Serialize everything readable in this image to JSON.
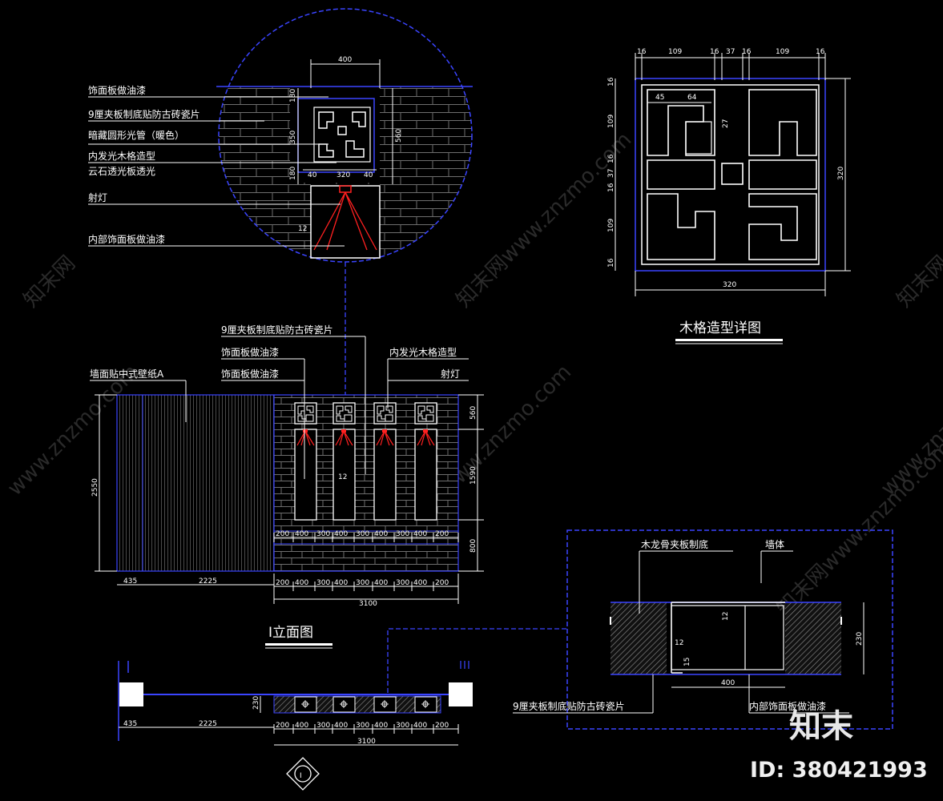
{
  "detail_circle": {
    "labels": [
      "饰面板做油漆",
      "9厘夹板制底贴防古砖瓷片",
      "暗藏圆形光管（暖色）",
      "内发光木格造型",
      "云石透光板透光",
      "射灯",
      "内部饰面板做油漆"
    ],
    "dims": [
      "400",
      "180",
      "350",
      "560",
      "180",
      "40",
      "320",
      "40",
      "12"
    ]
  },
  "lattice_detail": {
    "title": "木格造型详图",
    "top_dims": [
      "16",
      "109",
      "16",
      "37",
      "16",
      "109",
      "16"
    ],
    "inner_dims": [
      "45",
      "64",
      "27"
    ],
    "left_dims": [
      "16",
      "109",
      "16",
      "37",
      "16",
      "109",
      "16"
    ],
    "bottom_dim": "320",
    "right_dim": "320"
  },
  "elevation": {
    "title": "I立面图",
    "labels": [
      "9厘夹板制底贴防古砖瓷片",
      "饰面板做油漆",
      "内发光木格造型",
      "饰面板做油漆",
      "射灯",
      "墙面贴中式壁纸A"
    ],
    "left_dim": "2550",
    "right_dims": [
      "560",
      "1590",
      "800"
    ],
    "segment_dims": [
      "200",
      "400",
      "300",
      "400",
      "300",
      "400",
      "300",
      "400",
      "200"
    ],
    "bottom_dims": [
      "435",
      "2225",
      "3100"
    ],
    "inner_dim": "12"
  },
  "plan": {
    "segment_dims": [
      "200",
      "400",
      "300",
      "400",
      "300",
      "400",
      "300",
      "400",
      "200"
    ],
    "bottom_dims": [
      "435",
      "2225",
      "3100"
    ],
    "side_dim": "230",
    "marker": "I"
  },
  "section_detail": {
    "labels": [
      "木龙骨夹板制底",
      "墙体",
      "9厘夹板制底贴防古砖瓷片",
      "内部饰面板做油漆"
    ],
    "dims": [
      "12",
      "12",
      "15",
      "400",
      "230"
    ]
  },
  "watermark": {
    "brand": "知末",
    "id": "ID: 380421993",
    "texts": [
      "知末网www.znzmo.com",
      "知末网",
      "www.znzmo.com"
    ]
  },
  "colors": {
    "background": "#000000",
    "line_blue": "#3a44ff",
    "line_white": "#ffffff",
    "red": "#ff2020",
    "brick_gray": "#6e6e6e",
    "hatch": "#7d7d7d"
  }
}
